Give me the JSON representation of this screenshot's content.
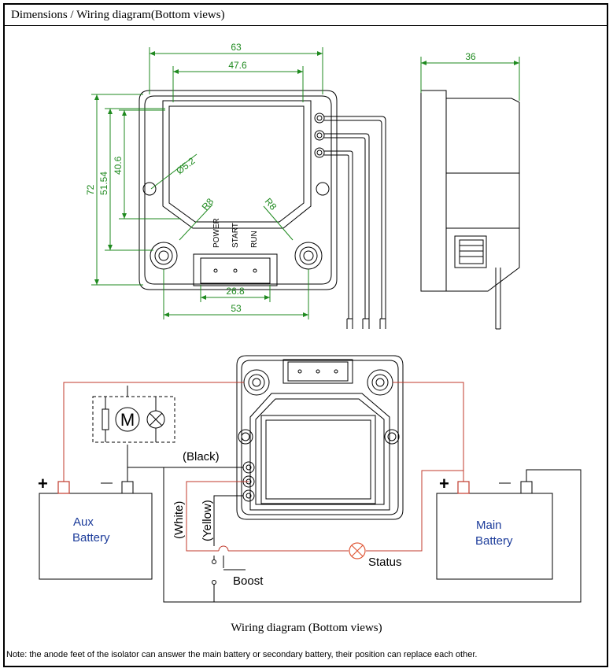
{
  "header": {
    "title": "Dimensions / Wiring diagram(Bottom views)"
  },
  "dimensions": {
    "width_outer": "63",
    "width_inner": "47.6",
    "depth_side": "36",
    "height_total": "72",
    "height_mid": "51.54",
    "height_inner": "40.6",
    "hole_dia": "Ø5.2",
    "radius_left": "R8",
    "radius_right": "R8",
    "connector_width": "26.8",
    "terminal_spacing": "53"
  },
  "connector_labels": {
    "power": "POWER",
    "start": "START",
    "run": "RUN"
  },
  "wiring": {
    "black_label": "(Black)",
    "white_label": "(White)",
    "yellow_label": "(Yellow)",
    "status_label": "Status",
    "boost_label": "Boost",
    "motor_symbol": "M",
    "aux_battery_line1": "Aux",
    "aux_battery_line2": "Battery",
    "main_battery_line1": "Main",
    "main_battery_line2": "Battery",
    "plus_sign": "+",
    "minus_sign": "—"
  },
  "colors": {
    "dimension": "#1f8a1f",
    "positive_wire": "#c0392b",
    "battery_text": "#1b3b9a",
    "lamp": "#e05a3a"
  },
  "caption": "Wiring diagram (Bottom views)",
  "note": "Note: the anode feet of the isolator can answer the main battery or secondary battery, their position can replace each other."
}
